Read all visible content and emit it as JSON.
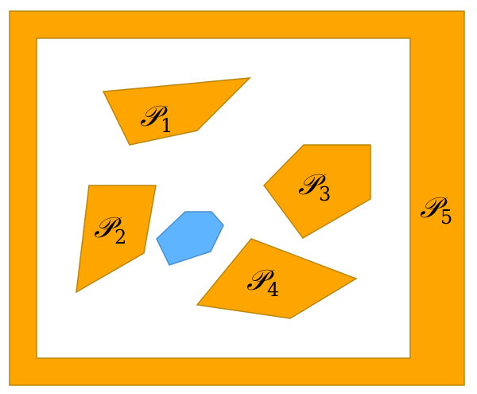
{
  "diagram": {
    "colors": {
      "obstacle_fill": "#FFA500",
      "obstacle_stroke": "#B8860B",
      "background": "#FFFFFF",
      "hexagon_fill": "#5FB4FF",
      "hexagon_stroke": "#4A8FCC"
    },
    "polygons": [
      {
        "id": "P1",
        "symbol": "𝒫",
        "subscript": "1"
      },
      {
        "id": "P2",
        "symbol": "𝒫",
        "subscript": "2"
      },
      {
        "id": "P3",
        "symbol": "𝒫",
        "subscript": "3"
      },
      {
        "id": "P4",
        "symbol": "𝒫",
        "subscript": "4"
      },
      {
        "id": "P5",
        "symbol": "𝒫",
        "subscript": "5"
      }
    ]
  }
}
